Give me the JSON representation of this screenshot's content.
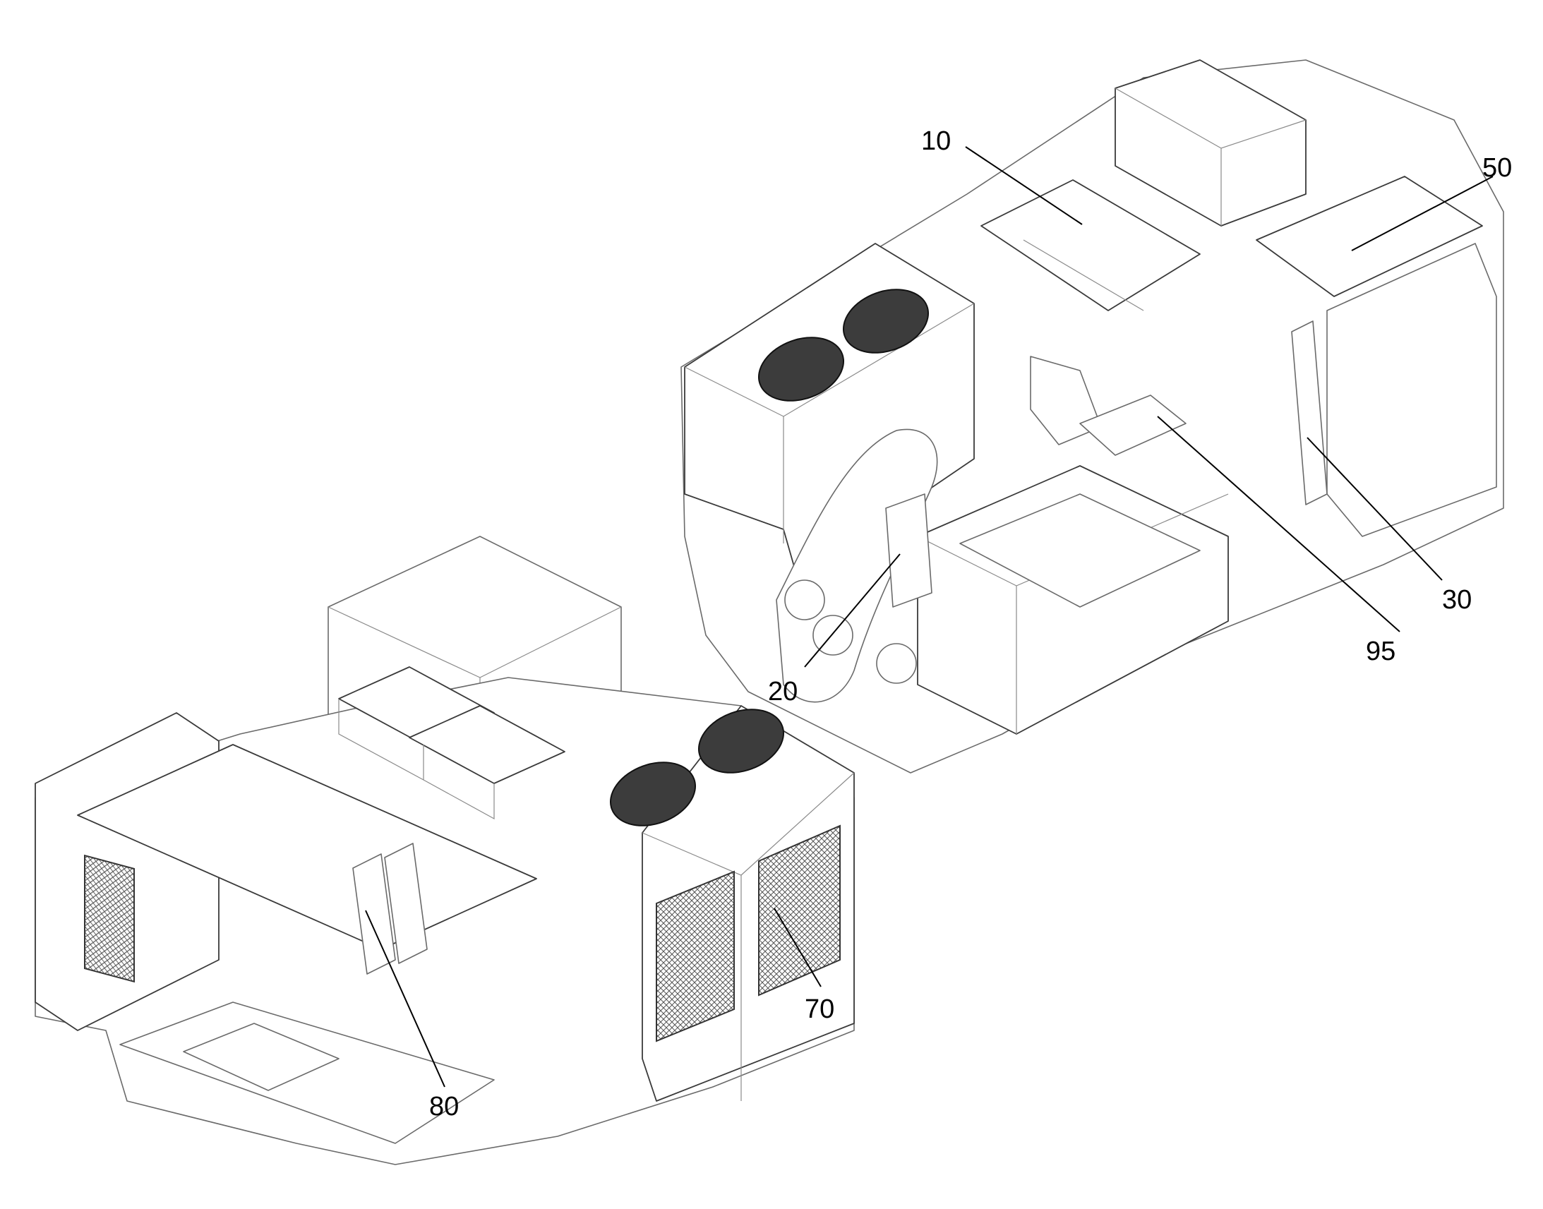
{
  "callouts": [
    {
      "id": "10",
      "label": "10"
    },
    {
      "id": "20",
      "label": "20"
    },
    {
      "id": "30",
      "label": "30"
    },
    {
      "id": "50",
      "label": "50"
    },
    {
      "id": "70",
      "label": "70"
    },
    {
      "id": "80",
      "label": "80"
    },
    {
      "id": "95",
      "label": "95"
    }
  ],
  "colors": {
    "line": "#6a6a6a",
    "text": "#000000",
    "background": "#ffffff"
  }
}
